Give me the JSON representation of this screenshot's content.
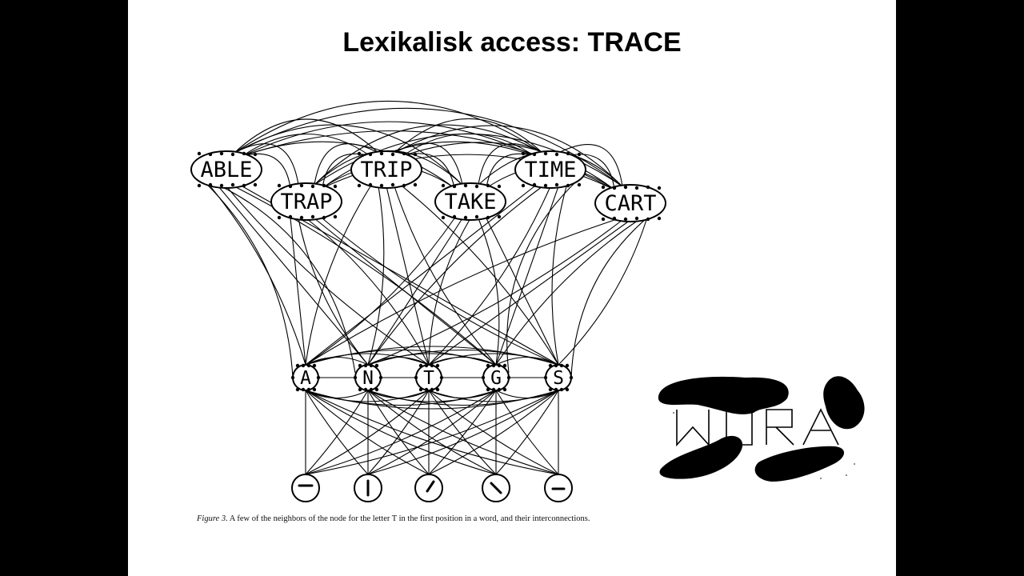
{
  "slide": {
    "title": "Lexikalisk access: TRACE"
  },
  "figure": {
    "caption_label": "Figure 3.",
    "caption_text": "A few of the neighbors of the node for the letter T in the first position in a word, and their interconnections.",
    "word_nodes": [
      "ABLE",
      "TRAP",
      "TRIP",
      "TAKE",
      "TIME",
      "CART"
    ],
    "letter_nodes": [
      "A",
      "N",
      "T",
      "G",
      "S"
    ],
    "feature_nodes": [
      "horizontal-top-feature",
      "vertical-feature",
      "diagonal-right-feature",
      "diagonal-left-feature",
      "horizontal-mid-feature"
    ]
  },
  "occluded_word": {
    "text": "WORA"
  }
}
